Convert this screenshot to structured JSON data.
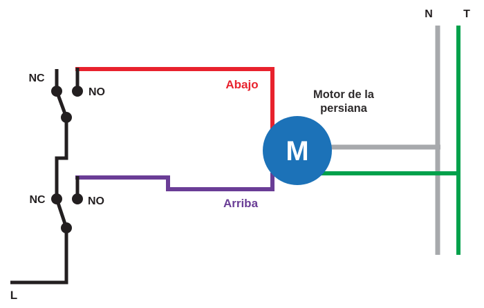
{
  "diagram": {
    "labels": {
      "switch_top_nc": "NC",
      "switch_top_no": "NO",
      "switch_bottom_nc": "NC",
      "switch_bottom_no": "NO",
      "down_wire": "Abajo",
      "up_wire": "Arriba",
      "motor_letter": "M",
      "motor_caption_line1": "Motor de la",
      "motor_caption_line2": "persiana",
      "neutral": "N",
      "earth": "T",
      "line": "L"
    },
    "colors": {
      "down_wire": "#e8222d",
      "up_wire": "#6a3d96",
      "neutral_wire": "#a7a9ac",
      "earth_wire": "#00a14b",
      "motor_fill": "#1c72b8",
      "motor_letter_fill": "#ffffff",
      "wire_black": "#231f20",
      "caption_text": "#2d2a2b",
      "background": "#ffffff"
    }
  }
}
